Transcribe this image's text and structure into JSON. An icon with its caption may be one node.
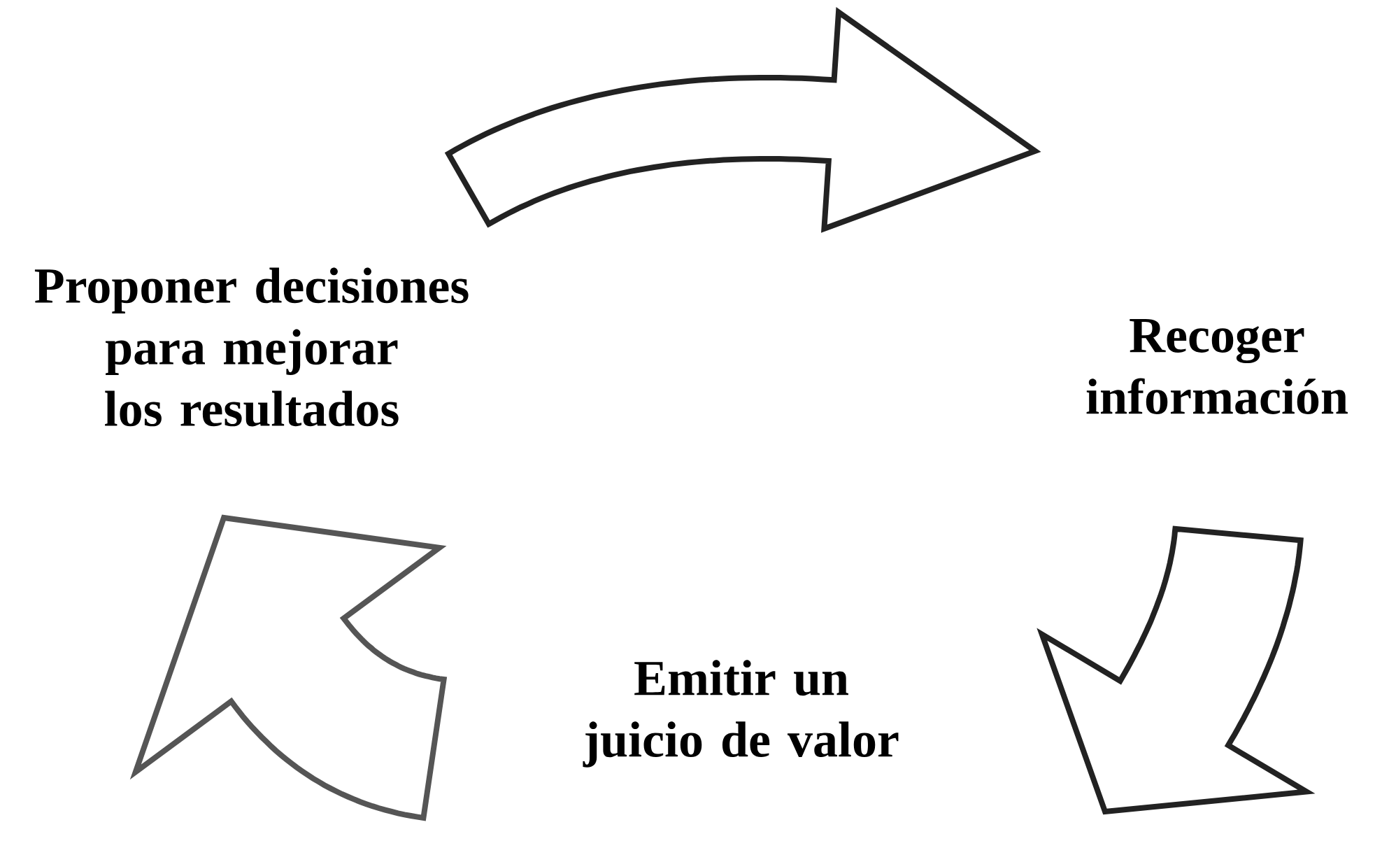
{
  "diagram": {
    "nodes": [
      {
        "text": [
          "Proponer decisiones para mejorar los resultados"
        ]
      },
      {
        "text": [
          "Recoger información"
        ]
      },
      {
        "text": [
          "Emitir un juicio de valor"
        ]
      }
    ],
    "edges": [
      {
        "from": 0,
        "to": 1,
        "arrow": "to"
      },
      {
        "from": 1,
        "to": 2,
        "arrow": "to"
      },
      {
        "from": 2,
        "to": 0,
        "arrow": "to",
        "color": "#555555"
      }
    ]
  }
}
